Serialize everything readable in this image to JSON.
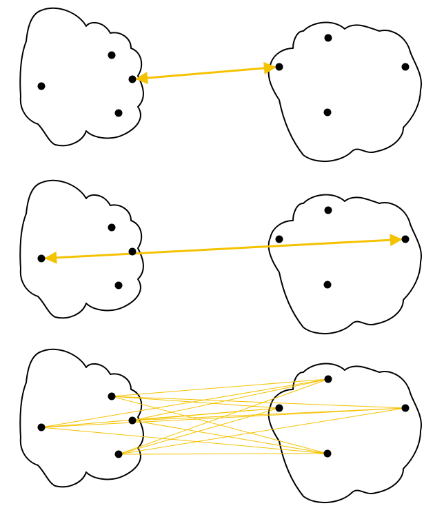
{
  "colors": {
    "outline": "#000000",
    "point": "#000000",
    "link": "#F5C200",
    "background": "#FFFFFF"
  },
  "panels": [
    {
      "id": "single-linkage",
      "link_style": "single",
      "links": [
        [
          "A3",
          "B2"
        ]
      ]
    },
    {
      "id": "complete-linkage",
      "link_style": "single",
      "links": [
        [
          "A2",
          "B4"
        ]
      ]
    },
    {
      "id": "average-linkage",
      "link_style": "all-pairs",
      "links": []
    }
  ]
}
